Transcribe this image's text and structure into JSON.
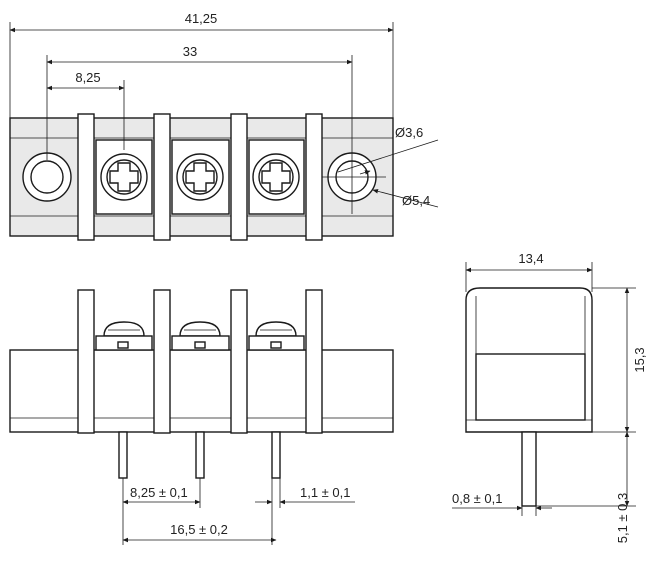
{
  "dimensions": {
    "top_overall": "41,25",
    "top_mount_pitch": "33",
    "top_pole_pitch": "8,25",
    "hole_diameter": "Ø3,6",
    "head_diameter": "Ø5,4",
    "front_pitch": "8,25 ± 0,1",
    "front_pin_width": "1,1 ± 0,1",
    "front_span": "16,5 ± 0,2",
    "side_width": "13,4",
    "side_height": "15,3",
    "side_pin_thickness": "0,8 ± 0,1",
    "side_pin_length": "5,1 ± 0,3"
  }
}
